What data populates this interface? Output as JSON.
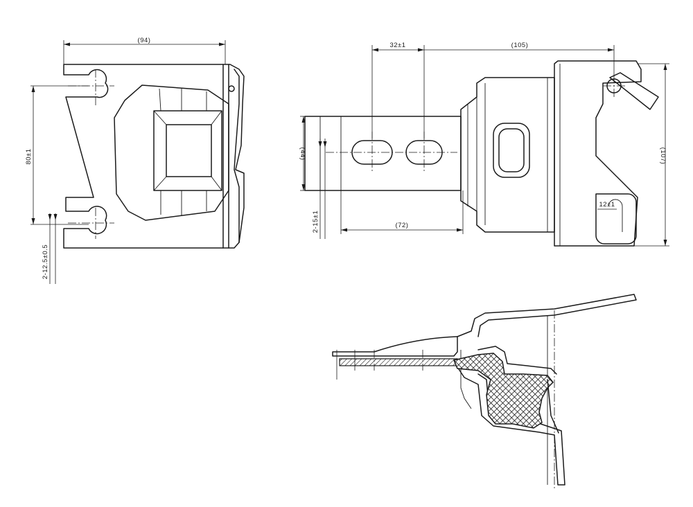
{
  "drawing": {
    "front_view": {
      "width_dim": "(94)",
      "slot_pitch_dim": "80±1",
      "slot_dim": "2-12.5±0.5"
    },
    "side_view": {
      "hole_pitch_dim": "32±1",
      "length_dim": "(105)",
      "height_dim": "(44)",
      "total_height_dim": "(107)",
      "slot_dim": "2-15±1",
      "base_length_dim": "(72)",
      "hook_dim": "12±1"
    }
  }
}
